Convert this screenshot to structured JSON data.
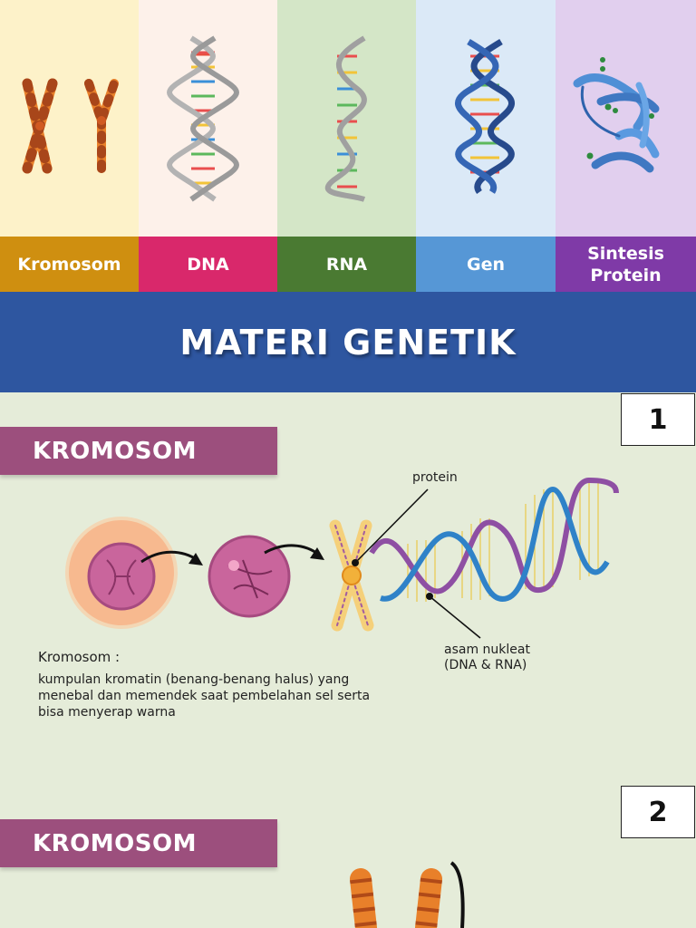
{
  "topics": [
    {
      "label": "Kromosom",
      "bg": "#fdf2c9",
      "bar": "#cf8f10"
    },
    {
      "label": "DNA",
      "bg": "#fdf1ea",
      "bar": "#d9286b"
    },
    {
      "label": "RNA",
      "bg": "#d4e6c7",
      "bar": "#4a7a32"
    },
    {
      "label": "Gen",
      "bg": "#dbe9f7",
      "bar": "#5697d6"
    },
    {
      "label": "Sintesis\nProtein",
      "bg": "#e1cfee",
      "bar": "#7f3aa7"
    }
  ],
  "banner": {
    "title": "MATERI GENETIK"
  },
  "section1": {
    "page_number": "1",
    "heading": "KROMOSOM",
    "callout_protein": "protein",
    "callout_nucleic": "asam nukleat\n(DNA & RNA)",
    "desc_title": "Kromosom :",
    "desc_body": "kumpulan kromatin (benang-benang halus) yang menebal dan memendek saat pembelahan sel serta bisa menyerap warna"
  },
  "section2": {
    "page_number": "2",
    "heading": "KROMOSOM"
  },
  "icons": [
    "chromosome-icon",
    "dna-helix-icon",
    "rna-strand-icon",
    "gene-helix-icon",
    "protein-structure-icon"
  ]
}
